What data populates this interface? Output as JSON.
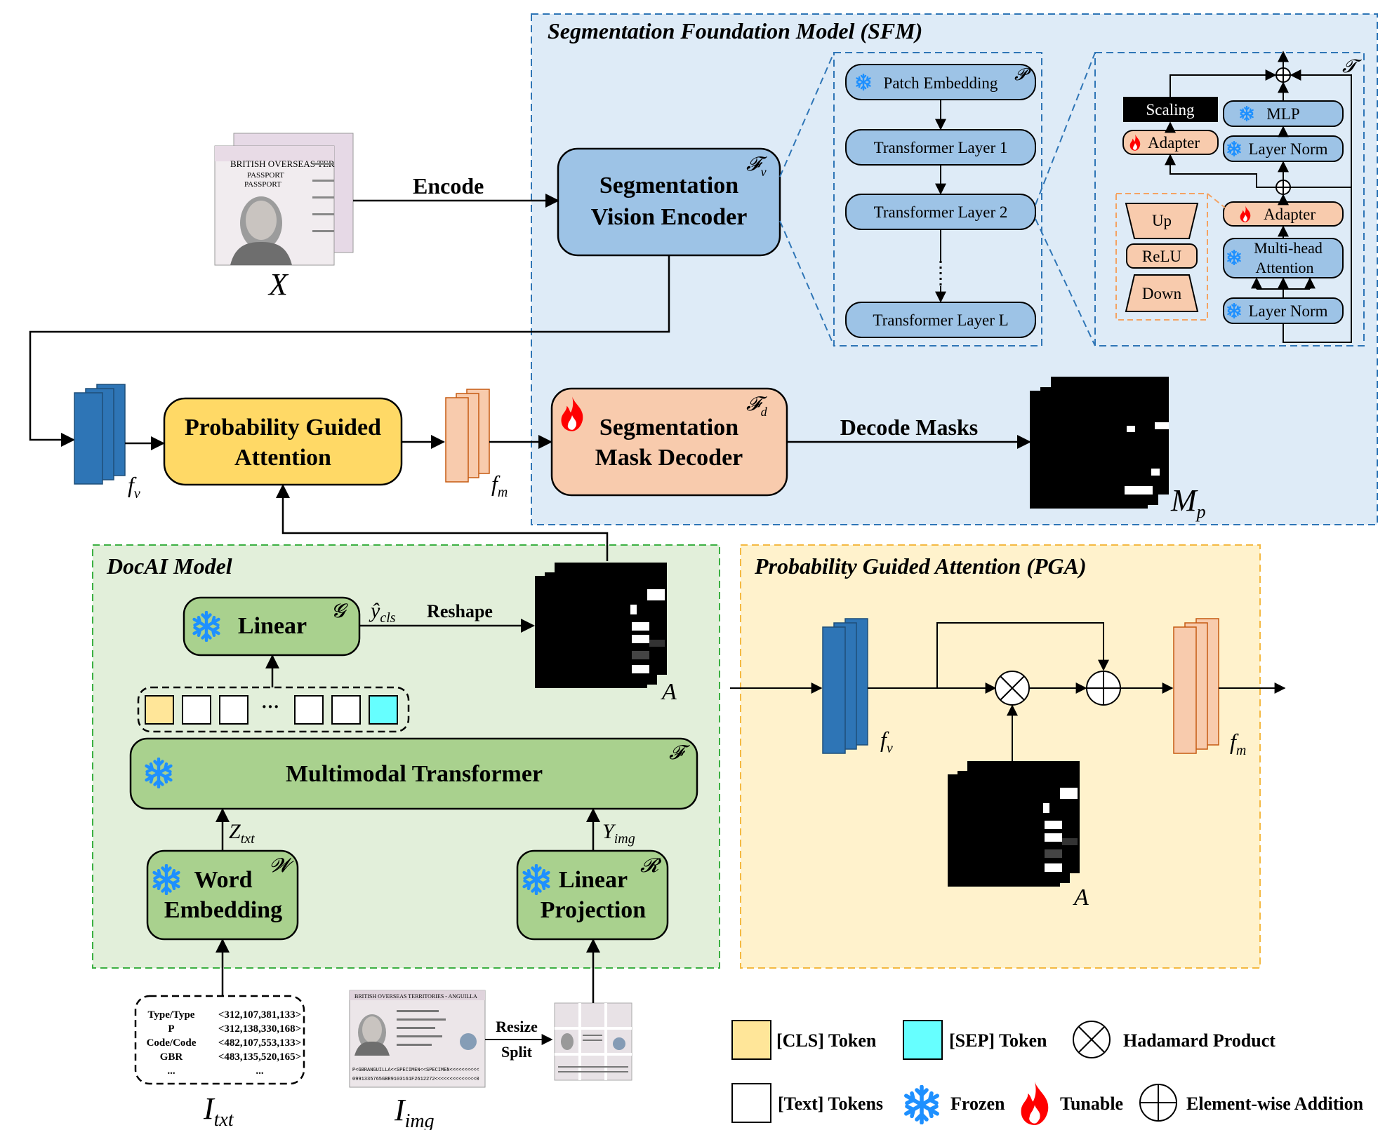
{
  "sfm": {
    "title": "Segmentation Foundation Model (SFM)",
    "encoder": {
      "line1": "Segmentation",
      "line2": "Vision Encoder",
      "symbol": "𝓕",
      "sub": "v"
    },
    "decoder": {
      "line1": "Segmentation",
      "line2": "Mask Decoder",
      "symbol": "𝓕",
      "sub": "d"
    },
    "stack": {
      "patch_embedding": "Patch Embedding",
      "patch_symbol": "𝓟",
      "layer1": "Transformer Layer 1",
      "layer2": "Transformer Layer 2",
      "layerL": "Transformer Layer L"
    },
    "layer_detail": {
      "symbol": "𝓣",
      "scaling": "Scaling",
      "mlp": "MLP",
      "adapter": "Adapter",
      "layer_norm": "Layer Norm",
      "up": "Up",
      "relu": "ReLU",
      "down": "Down",
      "mha_line1": "Multi-head",
      "mha_line2": "Attention"
    },
    "decode_masks": "Decode Masks",
    "mask_label": "M",
    "mask_sub": "p"
  },
  "input": {
    "encode": "Encode",
    "x_label": "X"
  },
  "passport": {
    "line1": "BRITISH OVERSEAS TER",
    "line2": "PASSPORT",
    "line3": "PASSPORT"
  },
  "pga_main": {
    "line1": "Probability Guided",
    "line2": "Attention",
    "fv": "f",
    "fv_sub": "v",
    "fm": "f",
    "fm_sub": "m"
  },
  "docai": {
    "title": "DocAI Model",
    "linear": "Linear",
    "linear_symbol": "𝓖",
    "ycls": "ŷ",
    "ycls_sub": "cls",
    "reshape": "Reshape",
    "a_label": "A",
    "ellipsis": "···",
    "transformer": "Multimodal Transformer",
    "transformer_symbol": "𝓕",
    "ztxt": "Z",
    "ztxt_sub": "txt",
    "yimg": "Y",
    "yimg_sub": "img",
    "word_embedding": {
      "line1": "Word",
      "line2": "Embedding",
      "symbol": "𝓦"
    },
    "linear_projection": {
      "line1": "Linear",
      "line2": "Projection",
      "symbol": "𝓡"
    }
  },
  "text_input": {
    "rows": [
      [
        "Type/Type",
        "<312,107,381,133>"
      ],
      [
        "P",
        "<312,138,330,168>"
      ],
      [
        "Code/Code",
        "<482,107,553,133>"
      ],
      [
        "GBR",
        "<483,135,520,165>"
      ],
      [
        "...",
        "..."
      ]
    ],
    "label": "I",
    "sub": "txt"
  },
  "image_input": {
    "resize": "Resize",
    "split": "Split",
    "label": "I",
    "sub": "img",
    "header": "BRITISH OVERSEAS TERRITORIES - ANGUILLA",
    "mrz1": "P<GBRANGUILLA<<SPECIMEN<<SPECIMEN<<<<<<<<<<",
    "mrz2": "0991335765GBR9103161F2612272<<<<<<<<<<<<<<0"
  },
  "pga_detail": {
    "title": "Probability Guided Attention (PGA)",
    "fv": "f",
    "fv_sub": "v",
    "fm": "f",
    "fm_sub": "m",
    "a_label": "A"
  },
  "legend": {
    "cls": "[CLS] Token",
    "sep": "[SEP] Token",
    "hadamard": "Hadamard Product",
    "text_tokens": "[Text] Tokens",
    "frozen": "Frozen",
    "tunable": "Tunable",
    "addition": "Element-wise Addition"
  },
  "colors": {
    "blue_box": "#9dc3e6",
    "blue_dark": "#2e75b6",
    "salmon": "#f8cbad",
    "yellow_box": "#ffd966",
    "green_box": "#a9d18e",
    "green_bg": "#e2efda",
    "yellow_bg": "#fff2cc",
    "sfm_bg": "#deebf7",
    "cyan": "#66ffff",
    "cls_yellow": "#ffe699",
    "flame": "#ff0000"
  }
}
